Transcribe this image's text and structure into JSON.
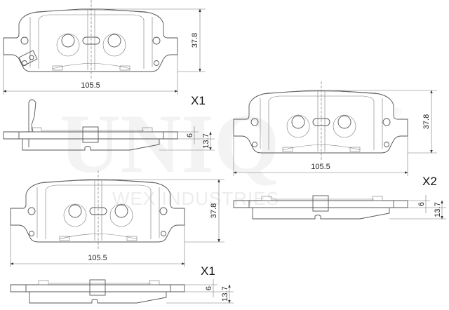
{
  "watermark": {
    "brand": "UNIQ",
    "tagline": "WEX INDUSTRIES",
    "registered": "®"
  },
  "views": [
    {
      "width_dim": "105.5",
      "height_dim": "37.8",
      "thickness_plate": "6",
      "thickness_total": "13.7",
      "quantity": "X1",
      "has_wear_sensor": true
    },
    {
      "width_dim": "105.5",
      "height_dim": "37.8",
      "thickness_plate": "6",
      "thickness_total": "13.7",
      "quantity": "X2",
      "has_wear_sensor": false
    },
    {
      "width_dim": "105.5",
      "height_dim": "37.8",
      "thickness_plate": "6",
      "thickness_total": "13.7",
      "quantity": "X1",
      "has_wear_sensor": false
    }
  ]
}
